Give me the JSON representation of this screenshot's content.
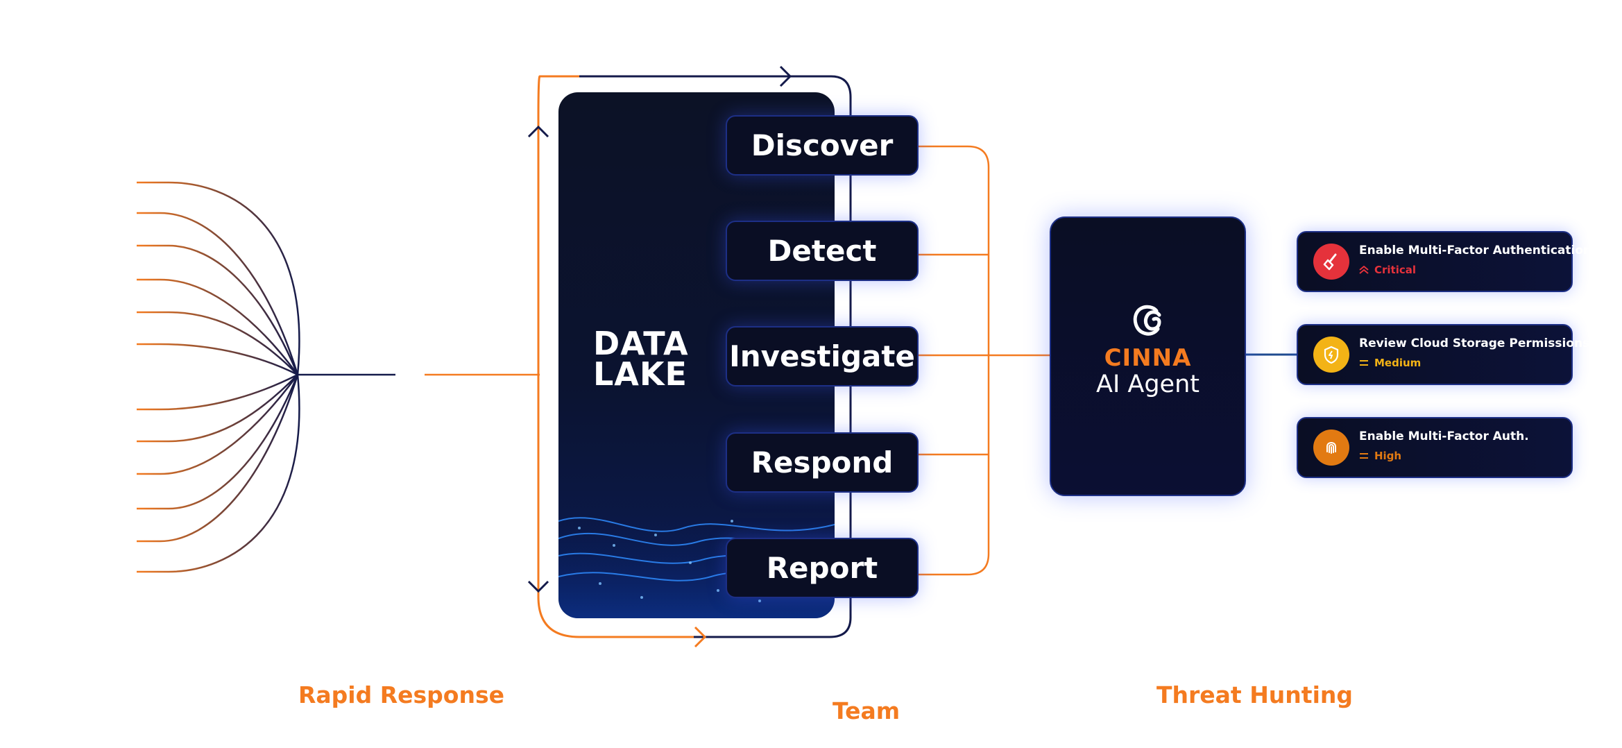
{
  "diagram": {
    "data_lake": {
      "title_line1": "DATA",
      "title_line2": "LAKE"
    },
    "steps": [
      "Discover",
      "Detect",
      "Investigate",
      "Respond",
      "Report"
    ],
    "agent": {
      "brand": "CINNA",
      "subtitle": "AI Agent",
      "logo_icon": "cinna-logo-icon"
    },
    "recommendations": [
      {
        "title": "Enable Multi-Factor Authentication",
        "severity": "Critical",
        "icon": "broom-icon",
        "severity_icon": "chevrons-up-icon",
        "color": "#e5323b"
      },
      {
        "title": "Review Cloud Storage Permissions",
        "severity": "Medium",
        "icon": "shield-bolt-icon",
        "severity_icon": "equals-icon",
        "color": "#f3b316"
      },
      {
        "title": "Enable Multi-Factor Auth.",
        "severity": "High",
        "icon": "fingerprint-icon",
        "severity_icon": "equals-icon",
        "color": "#e27a12"
      }
    ],
    "captions": {
      "left": "Rapid Response",
      "center": "Team",
      "right": "Threat Hunting"
    },
    "colors": {
      "accent": "#f47b20",
      "navy": "#0a0e24",
      "glow": "#1d2f86",
      "line_navy": "#141a4a"
    }
  }
}
